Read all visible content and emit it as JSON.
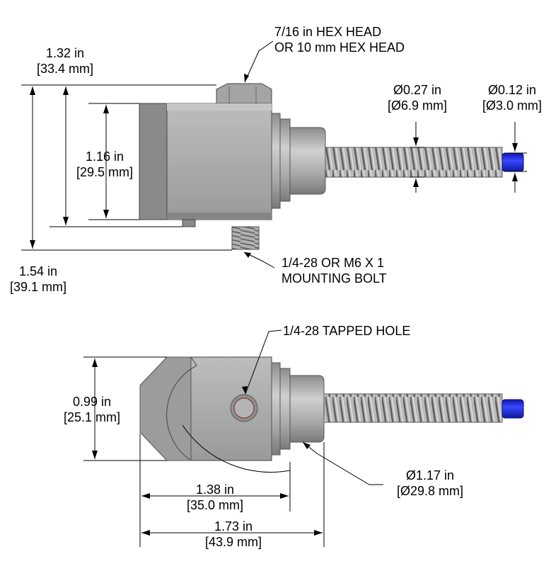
{
  "callouts": {
    "hex_head": {
      "line1": "7/16 in HEX HEAD",
      "line2": "OR 10 mm HEX HEAD"
    },
    "mounting_bolt": {
      "line1": "1/4-28 OR M6 X 1",
      "line2": "MOUNTING BOLT"
    },
    "tapped_hole": {
      "line1": "1/4-28 TAPPED HOLE"
    }
  },
  "dimensions": {
    "height_1_32": {
      "in": "1.32 in",
      "mm": "[33.4 mm]"
    },
    "height_1_16": {
      "in": "1.16 in",
      "mm": "[29.5 mm]"
    },
    "height_1_54": {
      "in": "1.54 in",
      "mm": "[39.1 mm]"
    },
    "dia_0_27": {
      "in": "Ø0.27 in",
      "mm": "[Ø6.9 mm]"
    },
    "dia_0_12": {
      "in": "Ø0.12 in",
      "mm": "[Ø3.0 mm]"
    },
    "height_0_99": {
      "in": "0.99 in",
      "mm": "[25.1 mm]"
    },
    "dia_1_17": {
      "in": "Ø1.17 in",
      "mm": "[Ø29.8 mm]"
    },
    "length_1_38": {
      "in": "1.38 in",
      "mm": "[35.0 mm]"
    },
    "length_1_73": {
      "in": "1.73 in",
      "mm": "[43.9 mm]"
    }
  },
  "colors": {
    "body": "#a6a6a6",
    "body_dark": "#7c7c7c",
    "cable": "#1f2bd1",
    "line": "#000000"
  }
}
